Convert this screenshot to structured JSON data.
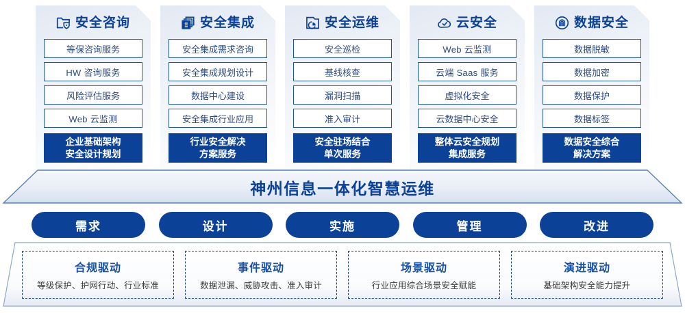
{
  "columns": [
    {
      "icon": "folder-shield-icon",
      "title": "安全咨询",
      "items": [
        "等保咨询服务",
        "HW 咨询服务",
        "风险评估服务",
        "Web 云监测"
      ],
      "summary_line1": "企业基础架构",
      "summary_line2": "安全设计规划"
    },
    {
      "icon": "stacked-documents-icon",
      "title": "安全集成",
      "items": [
        "安全集成需求咨询",
        "安全集成规划设计",
        "数据中心建设",
        "安全集成行业应用"
      ],
      "summary_line1": "行业安全解决",
      "summary_line2": "方案服务"
    },
    {
      "icon": "monitor-chart-icon",
      "title": "安全运维",
      "items": [
        "安全巡检",
        "基线核查",
        "漏洞扫描",
        "准入审计"
      ],
      "summary_line1": "安全驻场结合",
      "summary_line2": "单次服务"
    },
    {
      "icon": "cloud-check-icon",
      "title": "云安全",
      "items": [
        "Web 云监测",
        "云端 Saas 服务",
        "虚拟化安全",
        "云数据中心安全"
      ],
      "summary_line1": "整体云安全规划",
      "summary_line2": "集成服务"
    },
    {
      "icon": "fingerprint-icon",
      "title": "数据安全",
      "items": [
        "数据脱敏",
        "数据加密",
        "数据保护",
        "数据标签"
      ],
      "summary_line1": "数据安全综合",
      "summary_line2": "解决方案"
    }
  ],
  "banner": {
    "title": "神州信息一体化智慧运维"
  },
  "phases": [
    {
      "label": "需求"
    },
    {
      "label": "设计"
    },
    {
      "label": "实施"
    },
    {
      "label": "管理"
    },
    {
      "label": "改进"
    }
  ],
  "drivers": [
    {
      "title": "合规驱动",
      "subtitle": "等级保护、护网行动、行业标准"
    },
    {
      "title": "事件驱动",
      "subtitle": "数据泄漏、威胁攻击、准入审计"
    },
    {
      "title": "场景驱动",
      "subtitle": "行业应用综合场景安全赋能"
    },
    {
      "title": "演进驱动",
      "subtitle": "基础架构安全能力提升"
    }
  ],
  "colors": {
    "brand_blue": "#0b4298",
    "item_border": "#1f56a8",
    "item_text": "#2b4a82",
    "panel_light": "#eef2f8",
    "dashed_border": "#18407f"
  }
}
